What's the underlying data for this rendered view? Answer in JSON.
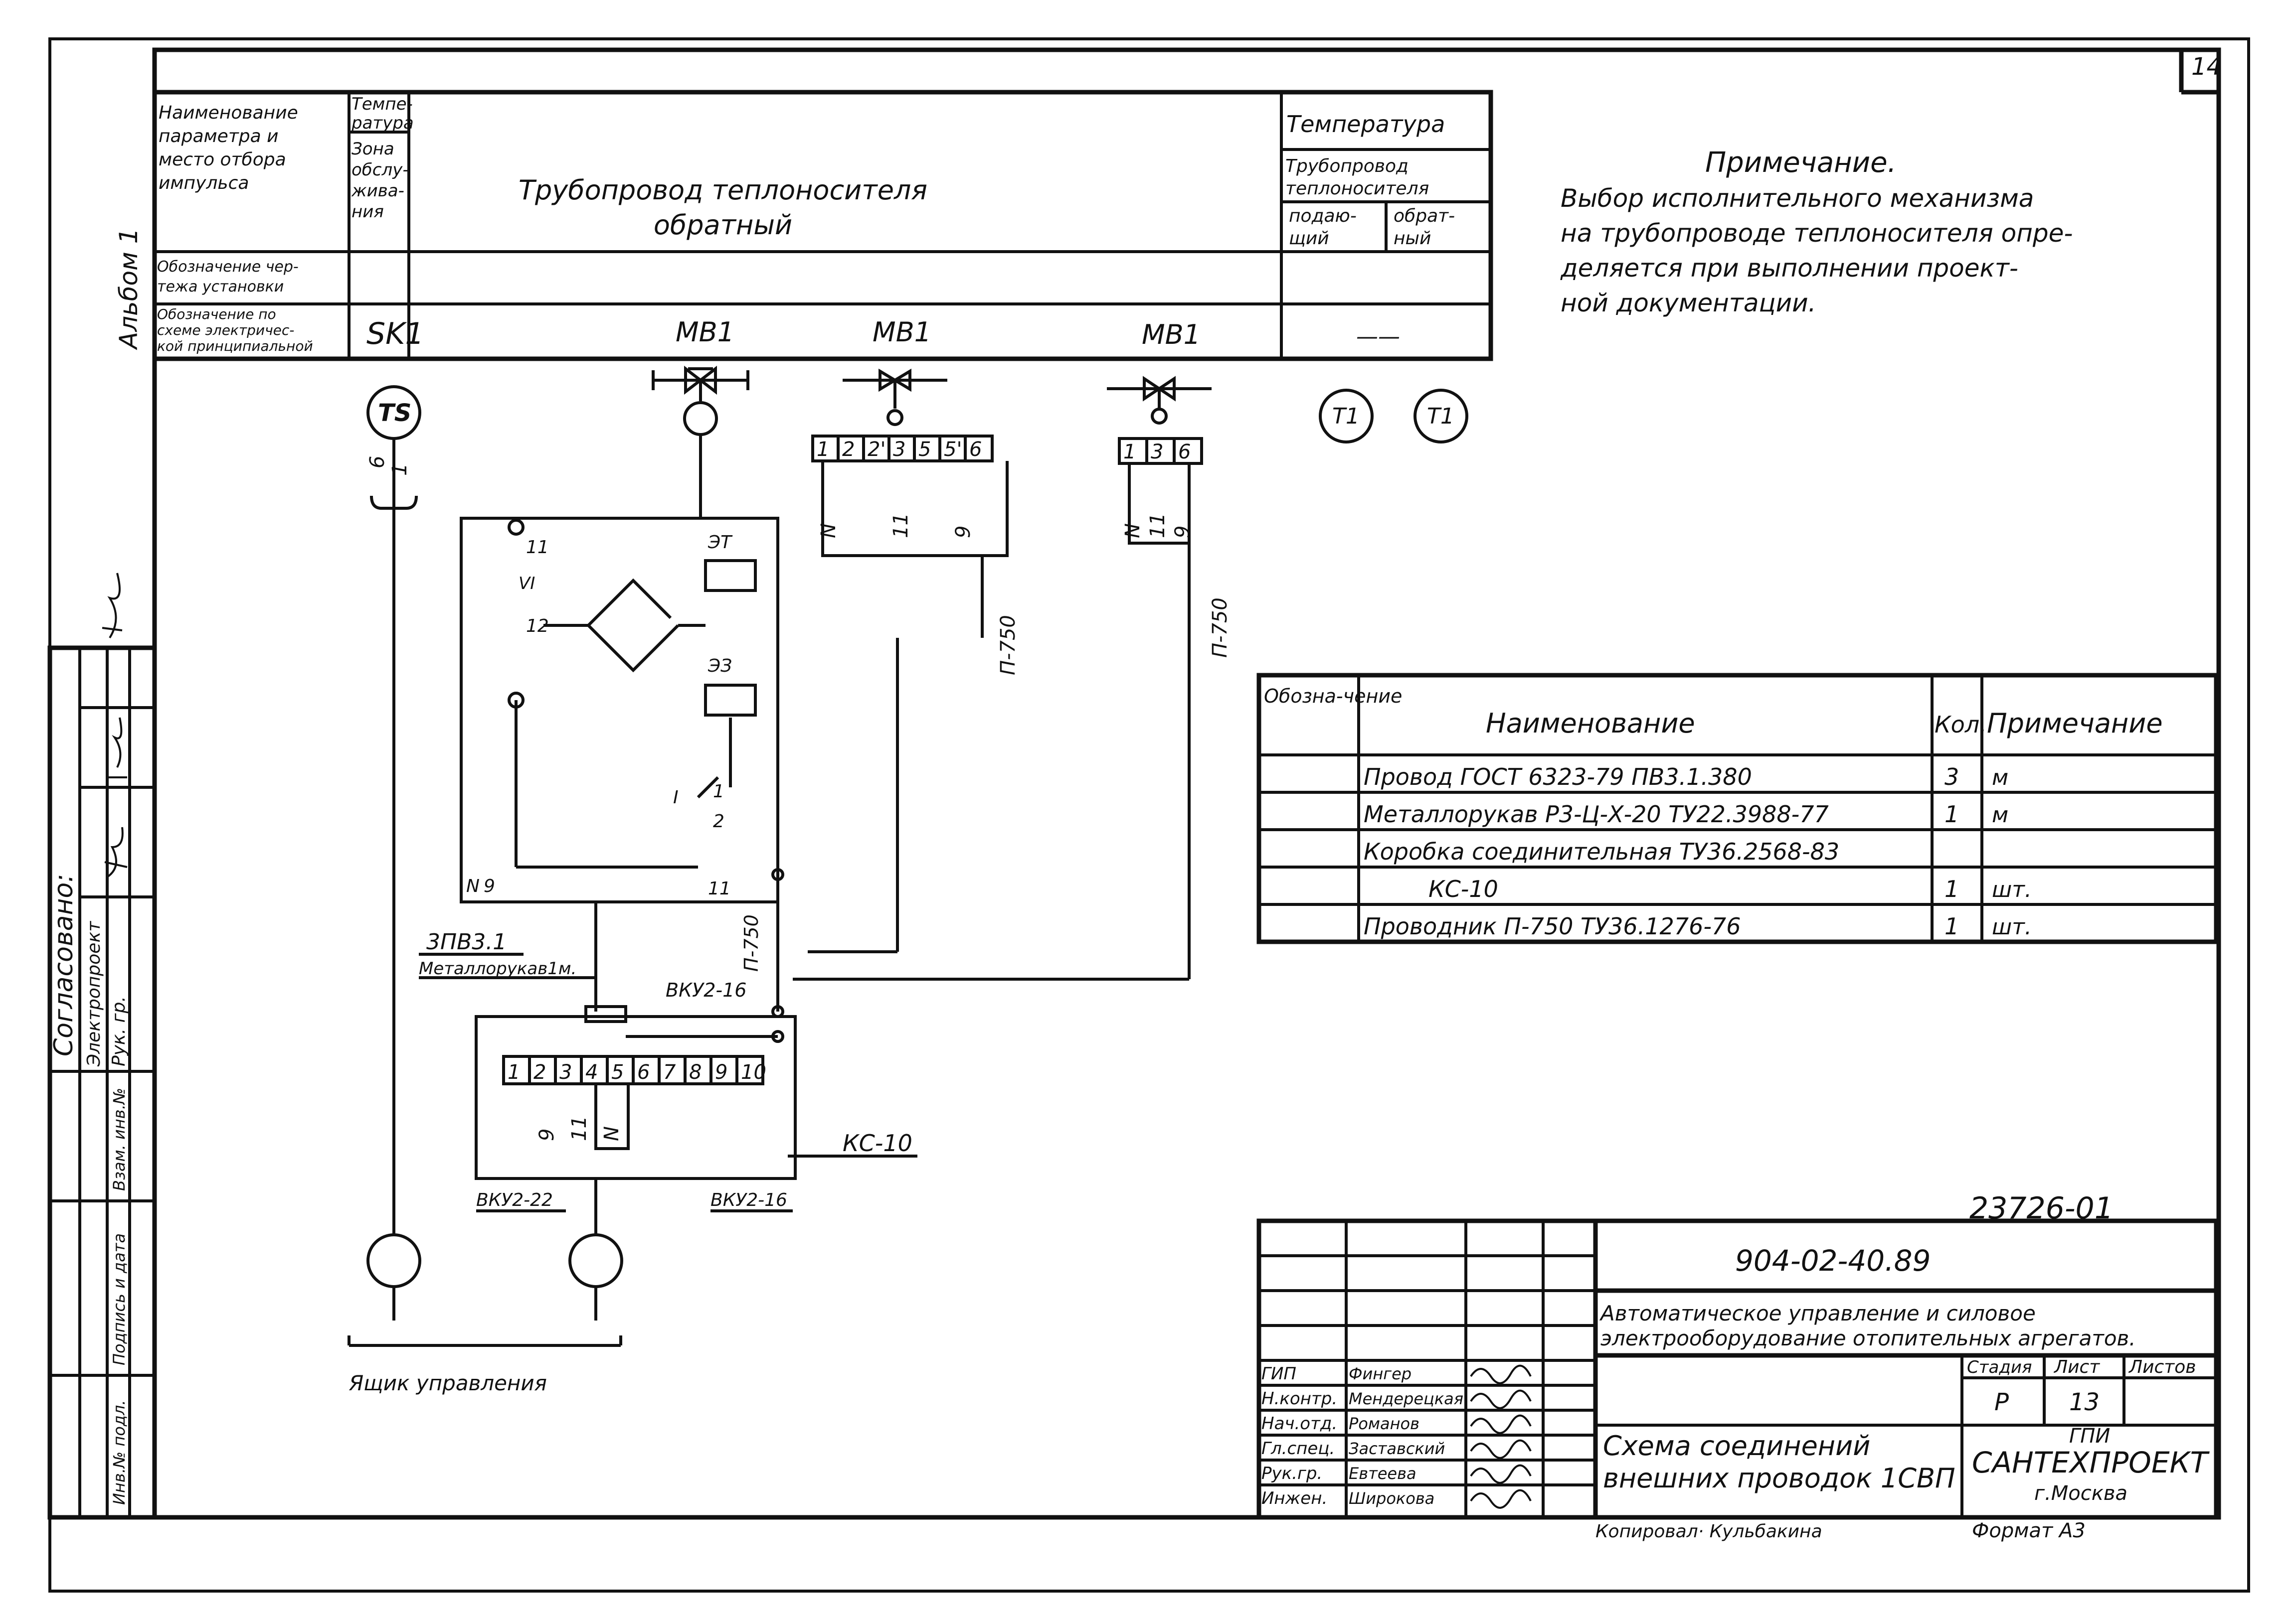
{
  "sheet": {
    "page_number": "14",
    "album": "Альбом 1",
    "note_title": "Примечание.",
    "note_lines": [
      "Выбор исполнительного механизма",
      "на трубопроводе теплоносителя опре-",
      "деляется при выполнении проект-",
      "ной документации."
    ],
    "archive_number": "23726-01"
  },
  "header_table": {
    "row_param_label": [
      "Наименование",
      "параметра и",
      "место отбора",
      "импульса"
    ],
    "temp_label": [
      "Темпе-",
      "ратура"
    ],
    "zone_label": [
      "Зона",
      "обслу-",
      "жива-",
      "ния"
    ],
    "pipeline_title": [
      "Трубопровод теплоносителя",
      "обратный"
    ],
    "drawing_label": [
      "Обозначение чер-",
      "тежа установки"
    ],
    "scheme_label": [
      "Обозначение по",
      "схеме электричес-",
      "кой принципиальной"
    ],
    "scheme_value": "SK1",
    "col_labels": [
      "MB1",
      "MB1",
      "MB1"
    ],
    "right_temp": "Температура",
    "right_pipe": [
      "Трубопровод",
      "теплоносителя"
    ],
    "right_supply": [
      "подаю-",
      "щий"
    ],
    "right_return": [
      "обрат-",
      "ный"
    ],
    "right_dash": "——"
  },
  "diagram": {
    "ts_label": "TS",
    "t1_labels": [
      "T1",
      "T1"
    ],
    "wire_a": [
      "6",
      "1"
    ],
    "module_labels": {
      "c11": "11",
      "c12": "12",
      "v1": "VI",
      "et": "ЭТ",
      "ez": "ЭЗ",
      "c1": "1",
      "c2": "2",
      "i1": "I",
      "n": "N",
      "nine": "9",
      "eleven": "11"
    },
    "term1": [
      "1",
      "2",
      "2'",
      "3",
      "5",
      "5'",
      "6"
    ],
    "term1_wires": [
      "N",
      "11",
      "9"
    ],
    "term2": [
      "1",
      "3",
      "6"
    ],
    "term2_wires": [
      "N",
      "11",
      "9"
    ],
    "p750_labels": [
      "П-750",
      "П-750",
      "П-750"
    ],
    "cable_label": "3ПВ3.1",
    "metal_label": "Металлорукав1м.",
    "gland_top": "ВКУ2-16",
    "box_terminals": [
      "1",
      "2",
      "3",
      "4",
      "5",
      "6",
      "7",
      "8",
      "9",
      "10"
    ],
    "box_wires": [
      "9",
      "11",
      "N"
    ],
    "box_label": "КС-10",
    "gland_bl": "ВКУ2-22",
    "gland_br": "ВКУ2-16",
    "bottom_label": "Ящик управления"
  },
  "spec_table": {
    "headers": [
      "Обозна-чение",
      "Наименование",
      "Кол.",
      "Примечание"
    ],
    "rows": [
      {
        "name": "Провод ГОСТ 6323-79 ПВ3.1.380",
        "qty": "3",
        "note": "м"
      },
      {
        "name": "Металлорукав Р3-Ц-Х-20 ТУ22.3988-77",
        "qty": "1",
        "note": "м"
      },
      {
        "name": "Коробка соединительная ТУ36.2568-83",
        "qty": "",
        "note": ""
      },
      {
        "name": "КС-10",
        "qty": "1",
        "note": "шт."
      },
      {
        "name": "Проводник П-750 ТУ36.1276-76",
        "qty": "1",
        "note": "шт."
      }
    ]
  },
  "title_block": {
    "doc_number": "904-02-40.89",
    "project_name": [
      "Автоматическое управление и силовое",
      "электрооборудование отопительных агрегатов."
    ],
    "stage_label": "Стадия",
    "sheet_label": "Лист",
    "sheets_label": "Листов",
    "stage_value": "Р",
    "sheet_value": "13",
    "drawing_title": [
      "Схема соединений",
      "внешних проводок 1СВП"
    ],
    "org": [
      "ГПИ",
      "САНТЕХПРОЕКТ",
      "г.Москва"
    ],
    "format": "Формат А3",
    "copied_by": "Копировал· Кульбакина",
    "roles": [
      {
        "role": "ГИП",
        "name": "Фингер"
      },
      {
        "role": "Н.контр.",
        "name": "Мендерецкая"
      },
      {
        "role": "Нач.отд.",
        "name": "Романов"
      },
      {
        "role": "Гл.спец.",
        "name": "Заставский"
      },
      {
        "role": "Рук.гр.",
        "name": "Евтеева"
      },
      {
        "role": "Инжен.",
        "name": "Широкова"
      }
    ]
  },
  "left_stamp": {
    "agreed": "Согласовано:",
    "dept": "Электропроект",
    "head": "Рук. гр.",
    "labels": [
      "Инв.№ подл.",
      "Подпись и дата",
      "Взам. инв.№"
    ]
  }
}
